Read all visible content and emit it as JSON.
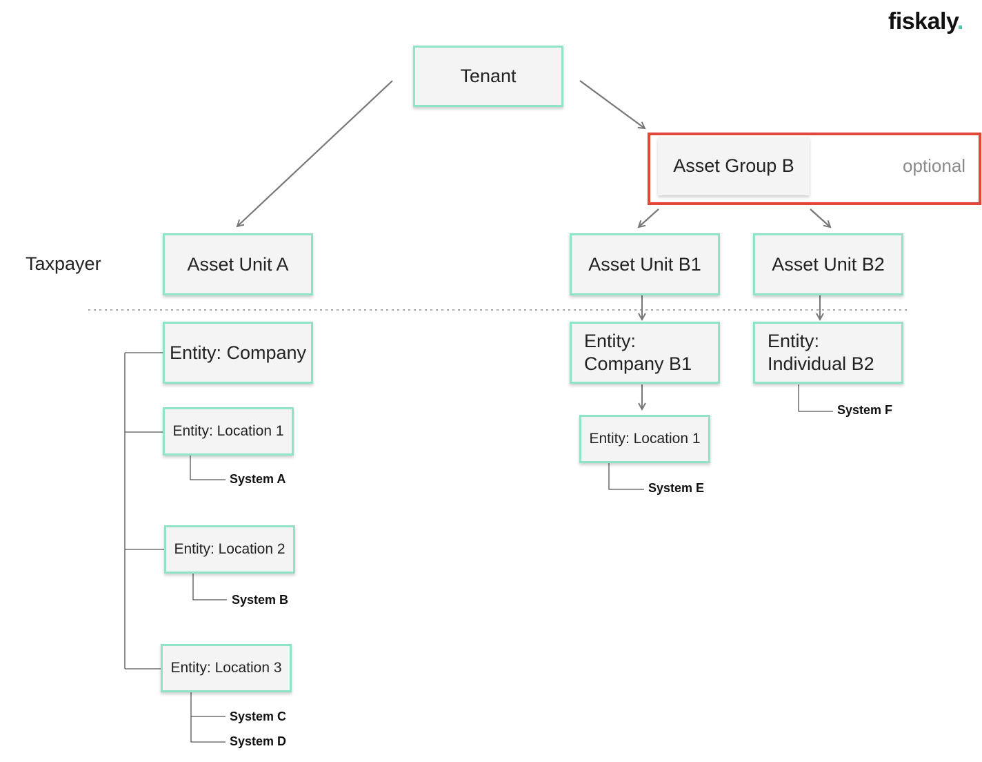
{
  "logo": {
    "text": "fiskaly",
    "dot": "."
  },
  "labels": {
    "taxpayer": "Taxpayer",
    "optional": "optional"
  },
  "nodes": {
    "tenant": "Tenant",
    "asset_group_b": "Asset Group B",
    "asset_unit_a": "Asset Unit A",
    "asset_unit_b1": "Asset Unit B1",
    "asset_unit_b2": "Asset Unit B2",
    "entity_company": "Entity: Company",
    "entity_company_b1": {
      "line1": "Entity:",
      "line2": "Company B1"
    },
    "entity_individual_b2": {
      "line1": "Entity:",
      "line2": "Individual B2"
    },
    "location_1_a": "Entity: Location 1",
    "location_2_a": "Entity: Location 2",
    "location_3_a": "Entity: Location 3",
    "location_1_b1": "Entity: Location 1"
  },
  "systems": {
    "a": "System A",
    "b": "System B",
    "c": "System C",
    "d": "System D",
    "e": "System E",
    "f": "System F"
  },
  "colors": {
    "box_border": "#8fe3c8",
    "box_fill": "#f4f4f4",
    "highlight": "#e2483a",
    "logo_dot": "#4fc7b0"
  }
}
